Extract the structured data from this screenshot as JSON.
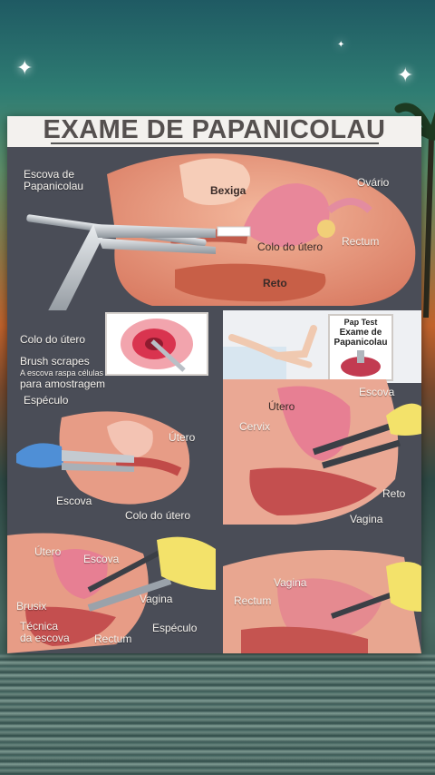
{
  "title": "EXAME DE PAPANICOLAU",
  "top": {
    "escova": "Escova de\nPapanicolau",
    "bexiga": "Bexiga",
    "ovario": "Ovário",
    "colo": "Colo do útero",
    "rectum": "Rectum",
    "reto": "Reto"
  },
  "midleft": {
    "colo": "Colo do útero",
    "brush": "Brush scrapes",
    "escova_raspa": "A escova raspa células",
    "para": "para amostragem"
  },
  "midright": {
    "pap1": "Pap Test",
    "pap2": "Exame de",
    "pap3": "Papanicolau"
  },
  "left2": {
    "especulo": "Espéculo",
    "utero": "Útero",
    "escova": "Escova",
    "colo": "Colo do útero"
  },
  "right2": {
    "utero": "Útero",
    "escova": "Escova",
    "cervix": "Cervix",
    "reto": "Reto",
    "vagina": "Vagina"
  },
  "bl": {
    "utero": "Útero",
    "escova": "Escova",
    "vagina": "Vagina",
    "brusix": "Brusix",
    "tecnica": "Técnica\nda escova",
    "rectum": "Rectum",
    "especulo": "Espéculo"
  },
  "br": {
    "vagina": "Vagina",
    "rectum": "Rectum"
  }
}
